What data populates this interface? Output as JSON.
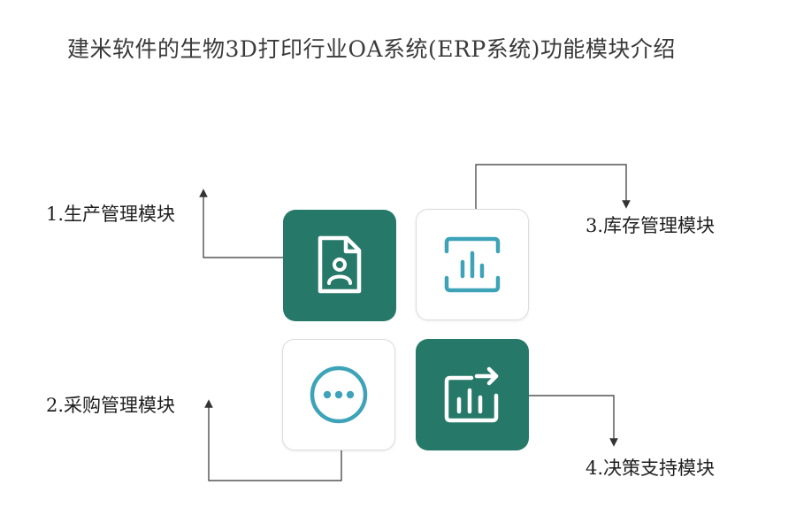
{
  "title": "建米软件的生物3D打印行业OA系统(ERP系统)功能模块介绍",
  "modules": [
    {
      "label": "1.生产管理模块",
      "icon": "document-user-icon",
      "color": "#267869"
    },
    {
      "label": "2.采购管理模块",
      "icon": "more-dots-icon",
      "color": "#3ea3b8"
    },
    {
      "label": "3.库存管理模块",
      "icon": "bar-chart-scan-icon",
      "color": "#3ea3b8"
    },
    {
      "label": "4.决策支持模块",
      "icon": "chart-export-icon",
      "color": "#267869"
    }
  ]
}
